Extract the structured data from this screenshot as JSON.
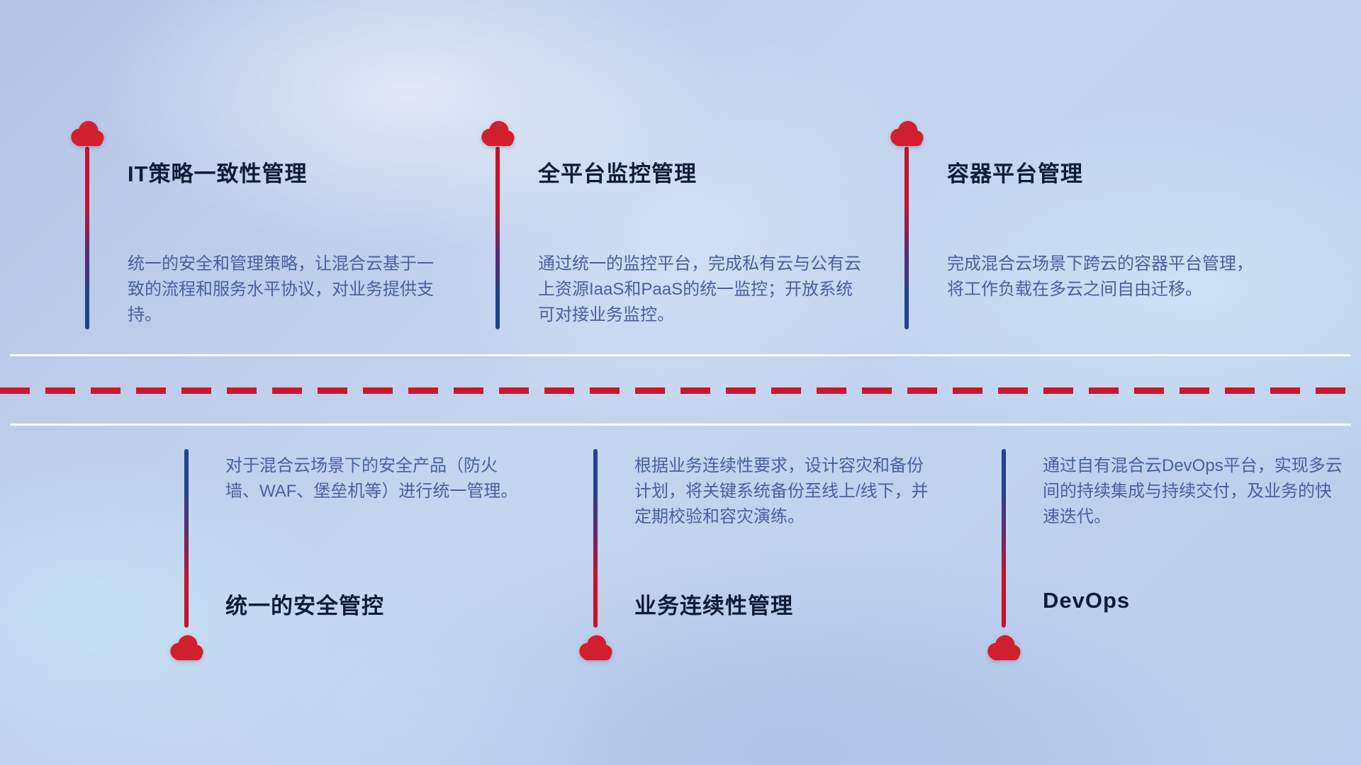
{
  "icons": {
    "cloud": "☁"
  },
  "theme": {
    "accent_red": "#c9182e",
    "cloud_red": "#d21f2f",
    "line_blue": "#24418f",
    "title_color": "#0f1c36",
    "desc_color": "#4a5fa0",
    "separator_white": "rgba(255,255,255,0.92)"
  },
  "top_items": [
    {
      "title": "IT策略一致性管理",
      "desc": "统一的安全和管理策略，让混合云基于一致的流程和服务水平协议，对业务提供支持。"
    },
    {
      "title": "全平台监控管理",
      "desc": "通过统一的监控平台，完成私有云与公有云上资源IaaS和PaaS的统一监控；开放系统可对接业务监控。"
    },
    {
      "title": "容器平台管理",
      "desc": "完成混合云场景下跨云的容器平台管理，将工作负载在多云之间自由迁移。"
    }
  ],
  "bottom_items": [
    {
      "title": "统一的安全管控",
      "desc": "对于混合云场景下的安全产品（防火墙、WAF、堡垒机等）进行统一管理。"
    },
    {
      "title": "业务连续性管理",
      "desc": "根据业务连续性要求，设计容灾和备份计划，将关键系统备份至线上/线下，并定期校验和容灾演练。"
    },
    {
      "title": "DevOps",
      "desc": "通过自有混合云DevOps平台，实现多云间的持续集成与持续交付，及业务的快速迭代。"
    }
  ]
}
